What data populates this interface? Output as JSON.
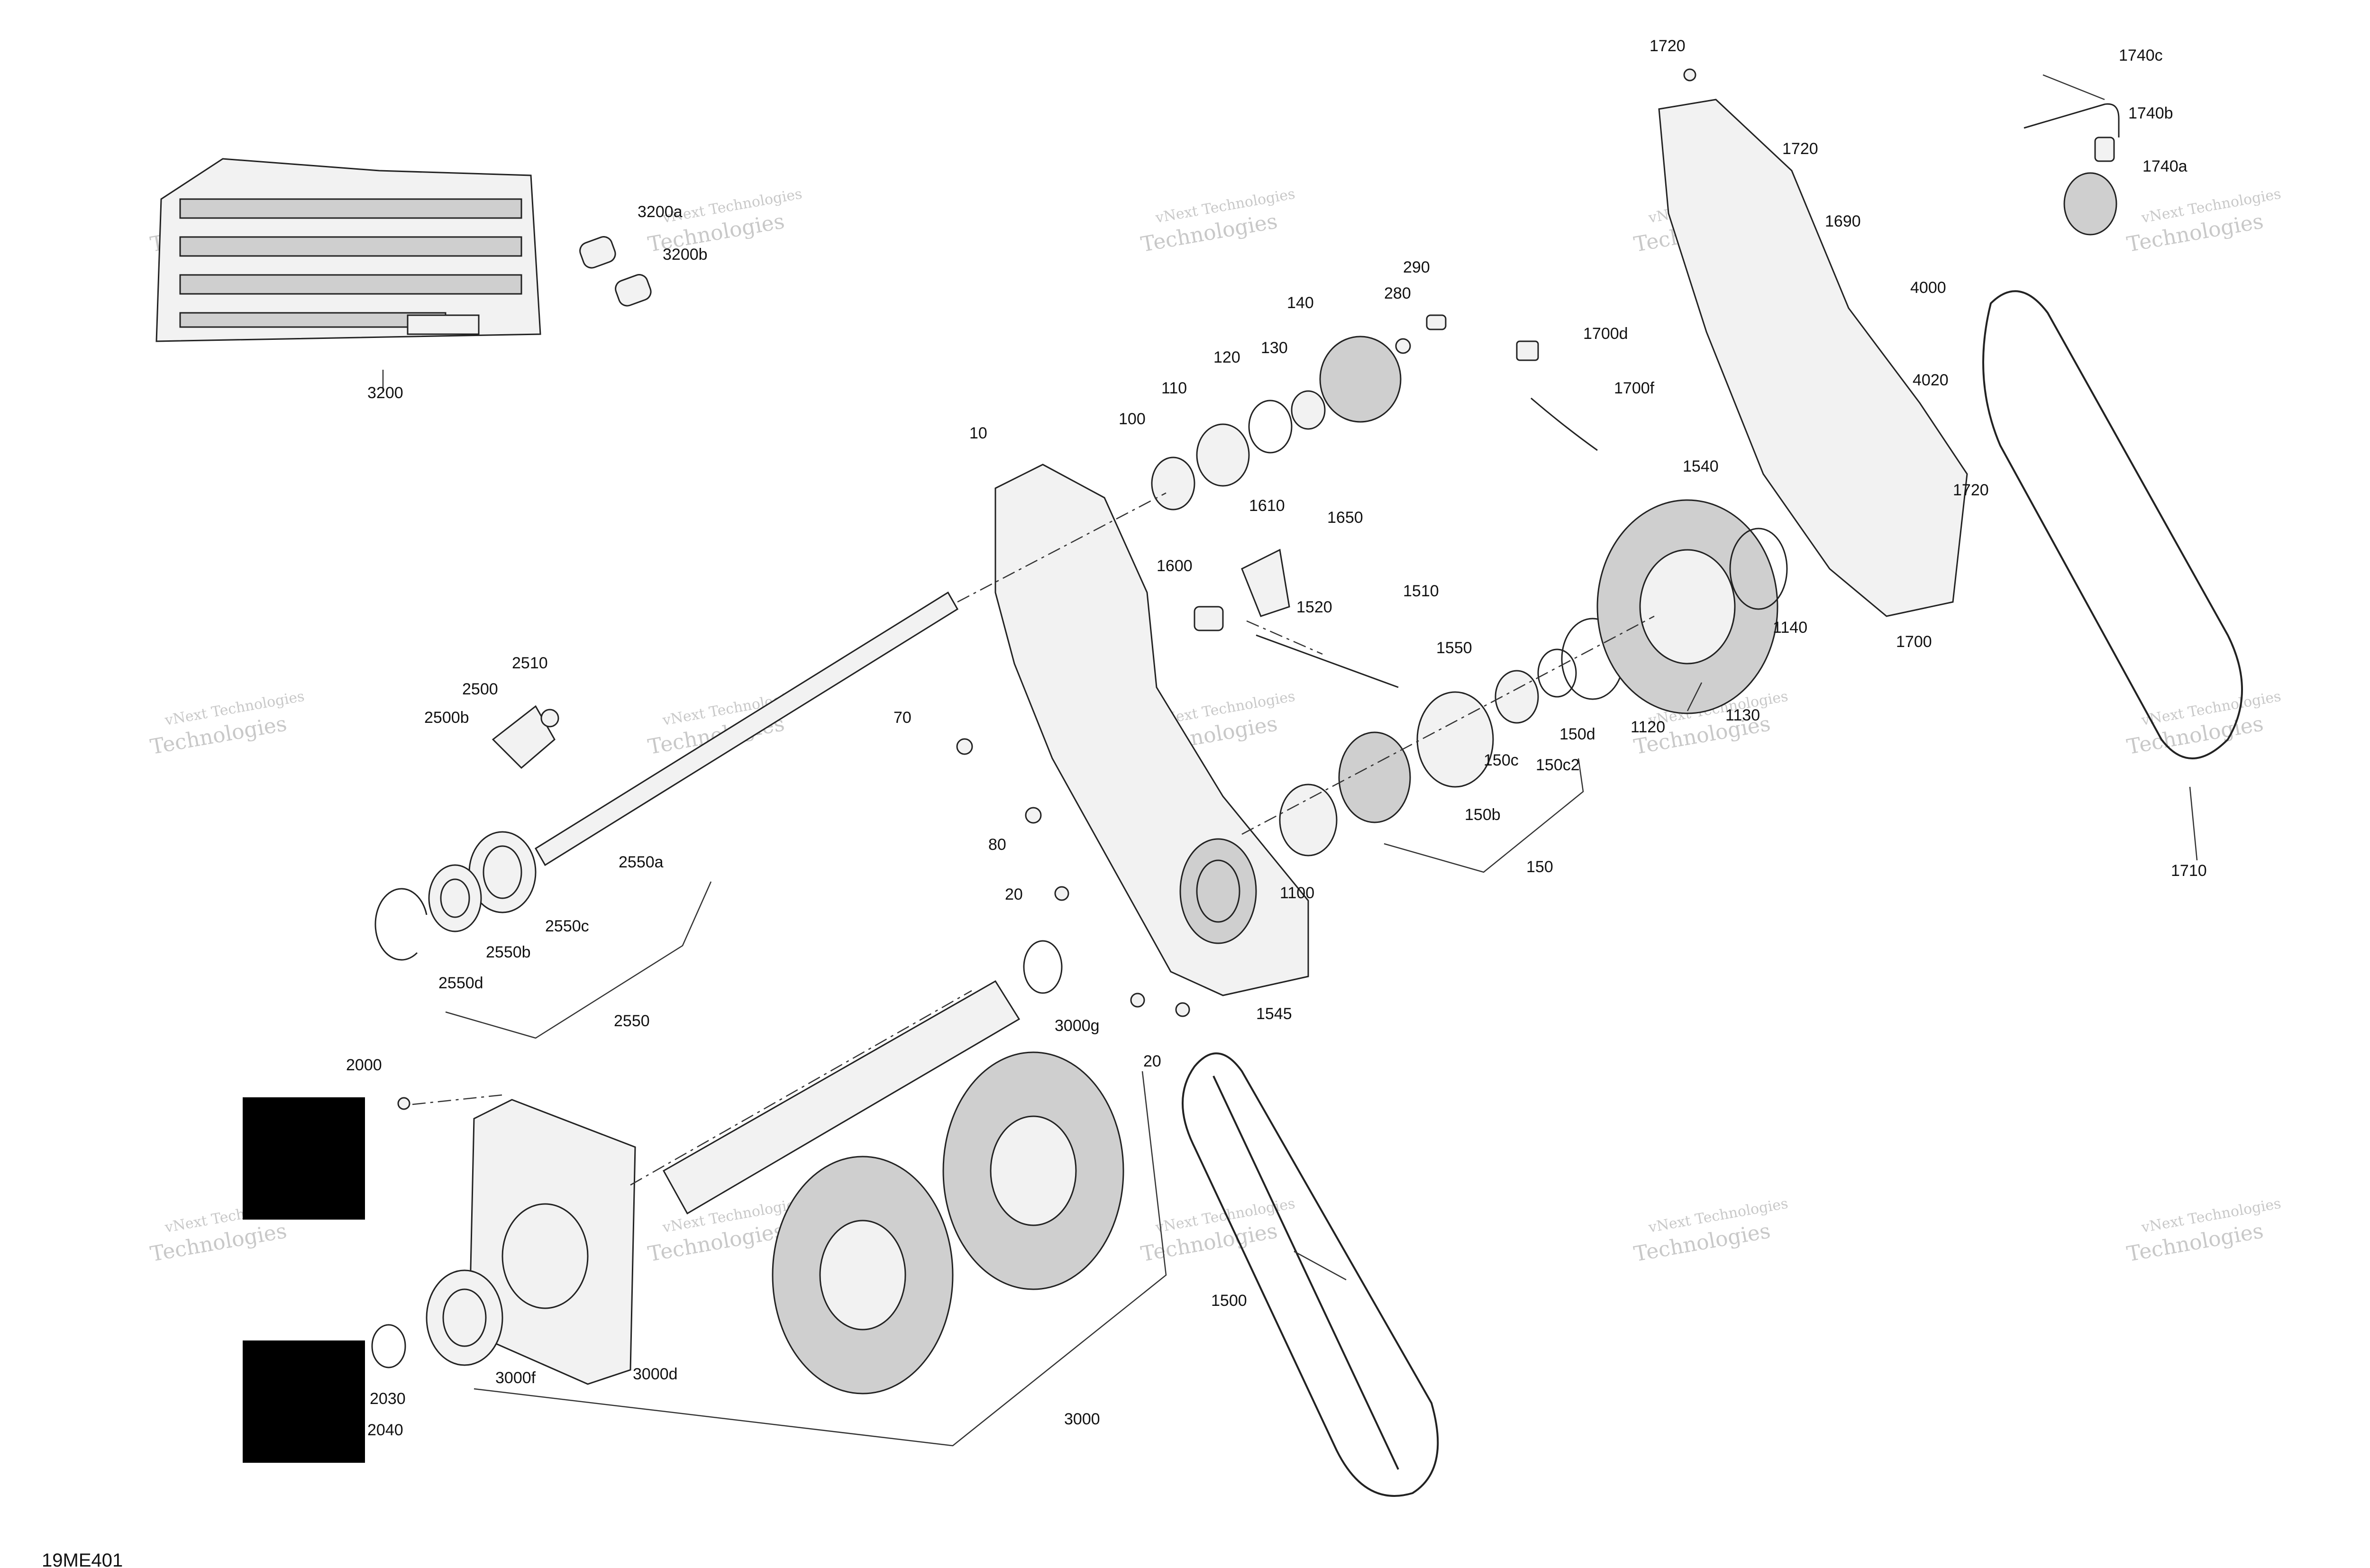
{
  "diagram": {
    "code": "19ME401",
    "watermark": {
      "line1": "vNext Technologies",
      "line2": "Technologies"
    },
    "callouts": [
      "10",
      "20",
      "20",
      "70",
      "80",
      "100",
      "110",
      "120",
      "130",
      "140",
      "150",
      "150b",
      "150c",
      "150c2",
      "150d",
      "280",
      "290",
      "1100",
      "1120",
      "1130",
      "1140",
      "1500",
      "1510",
      "1520",
      "1545",
      "1550",
      "1540",
      "1600",
      "1610",
      "1650",
      "1690",
      "1700",
      "1700d",
      "1700f",
      "1710",
      "1720",
      "1720",
      "1720",
      "1740a",
      "1740b",
      "1740c",
      "2000",
      "2030",
      "2040",
      "2500",
      "2500b",
      "2510",
      "2550",
      "2550a",
      "2550b",
      "2550c",
      "2550d",
      "3000",
      "3000d",
      "3000f",
      "3000g",
      "3200",
      "3200a",
      "3200b",
      "4000",
      "4020"
    ]
  }
}
